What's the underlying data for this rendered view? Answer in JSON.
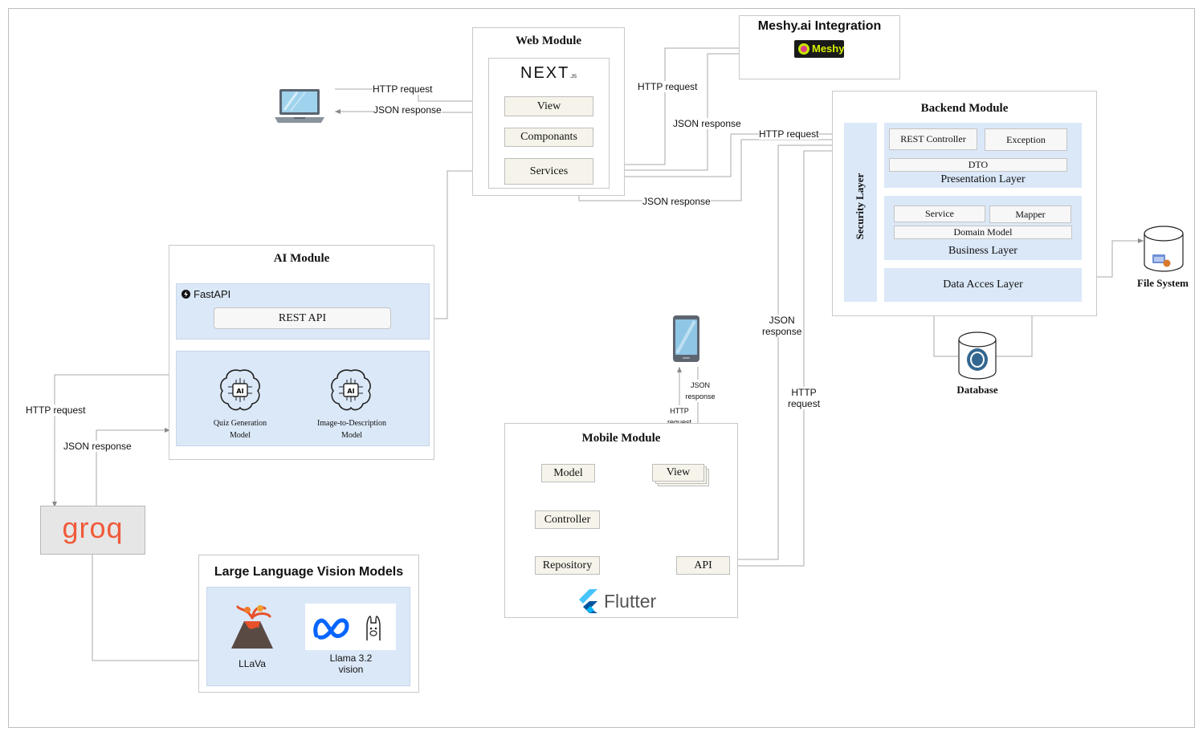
{
  "web": {
    "title": "Web Module",
    "nextjs_logo": "NEXT",
    "nextjs_suffix": ".JS",
    "view": "View",
    "components": "Componants",
    "services": "Services"
  },
  "meshy": {
    "title": "Meshy.ai Integration",
    "logo_text": "Meshy"
  },
  "backend": {
    "title": "Backend Module",
    "security": "Security Layer",
    "rest_controller": "REST Controller",
    "exception": "Exception",
    "dto": "DTO",
    "presentation": "Presentation Layer",
    "service": "Service",
    "mapper": "Mapper",
    "domain_model": "Domain Model",
    "business": "Business Layer",
    "data_access": "Data Acces Layer"
  },
  "file_system": "File System",
  "database": "Database",
  "ai": {
    "title": "AI Module",
    "fastapi": "FastAPI",
    "rest_api": "REST API",
    "quiz_model_line1": "Quiz Generation",
    "quiz_model_line2": "Model",
    "img_model_line1": "Image-to-Description",
    "img_model_line2": "Model",
    "chip_label": "AI"
  },
  "groq": "groq",
  "llvm": {
    "title": "Large Language Vision Models",
    "llava": "LLaVa",
    "llama_line1": "Llama 3.2",
    "llama_line2": "vision"
  },
  "mobile": {
    "title": "Mobile Module",
    "model": "Model",
    "view": "View",
    "controller": "Controller",
    "repository": "Repository",
    "api": "API",
    "flutter": "Flutter"
  },
  "edges": {
    "laptop_http": "HTTP request",
    "laptop_json": "JSON response",
    "meshy_http": "HTTP request",
    "meshy_json": "JSON response",
    "backend_http": "HTTP request",
    "backend_json": "JSON response",
    "ai_http": "HTTP request",
    "ai_json": "JSON response",
    "mobile_json_1": "JSON",
    "mobile_json_2": "response",
    "mobile_http_1": "HTTP",
    "mobile_http_2": "request",
    "phone_json_1": "JSON",
    "phone_json_2": "response",
    "phone_http_1": "HTTP",
    "phone_http_2": "request"
  }
}
